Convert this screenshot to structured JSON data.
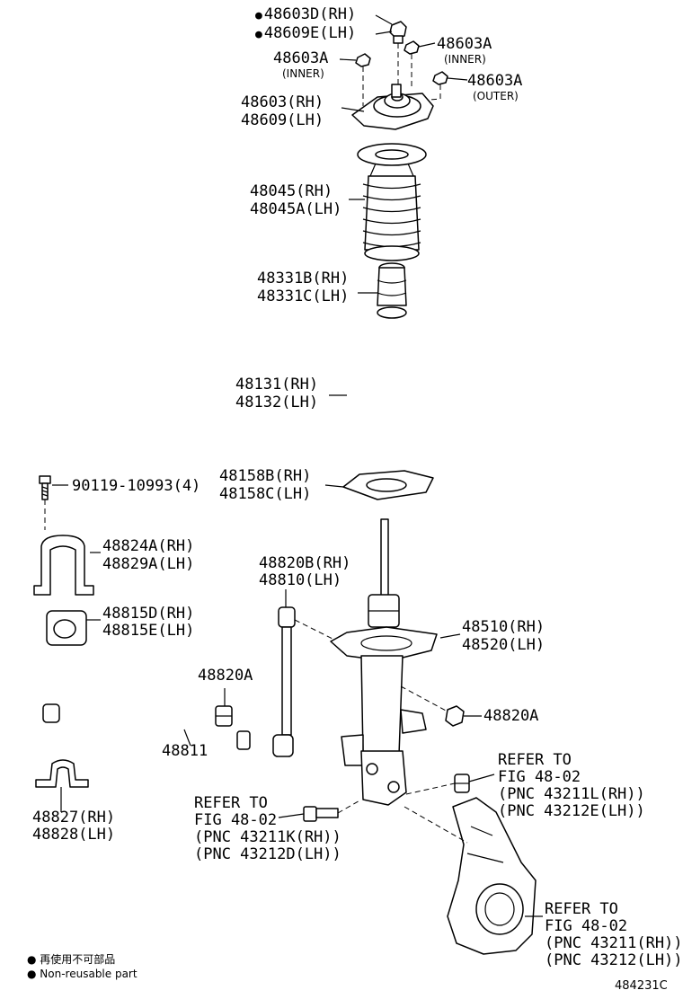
{
  "labels": {
    "nut_rh": "48603D(RH)",
    "nut_lh": "48609E(LH)",
    "nut_inner_right": "48603A",
    "inner_right_note": "(INNER)",
    "nut_inner_left": "48603A",
    "inner_left_note": "(INNER)",
    "nut_outer": "48603A",
    "outer_note": "(OUTER)",
    "support_rh": "48603(RH)",
    "support_lh": "48609(LH)",
    "boot_rh": "48045(RH)",
    "boot_lh": "48045A(LH)",
    "bumper_rh": "48331B(RH)",
    "bumper_lh": "48331C(LH)",
    "spring_rh": "48131(RH)",
    "spring_lh": "48132(LH)",
    "seat_rh": "48158B(RH)",
    "seat_lh": "48158C(LH)",
    "bolt": "90119-10993(4)",
    "bracket_rh": "48824A(RH)",
    "bracket_lh": "48829A(LH)",
    "link_rh": "48820B(RH)",
    "link_lh": "48810(LH)",
    "bushing_rh": "48815D(RH)",
    "bushing_lh": "48815E(LH)",
    "absorber_rh": "48510(RH)",
    "absorber_lh": "48520(LH)",
    "link_nut_left": "48820A",
    "link_nut_right": "48820A",
    "stabilizer_bar": "48811",
    "lower_bracket_rh": "48827(RH)",
    "lower_bracket_lh": "48828(LH)"
  },
  "refs": {
    "nut": [
      "REFER TO",
      "FIG 48-02",
      "(PNC 43211L(RH))",
      "(PNC 43212E(LH))"
    ],
    "bolt": [
      "REFER TO",
      "FIG 48-02",
      "(PNC 43211K(RH))",
      "(PNC 43212D(LH))"
    ],
    "knuckle": [
      "REFER TO",
      "FIG 48-02",
      "(PNC 43211(RH))",
      "(PNC 43212(LH))"
    ]
  },
  "legend": {
    "jp": "再使用不可部品",
    "en": "Non-reusable part"
  },
  "figure_id": "484231C"
}
